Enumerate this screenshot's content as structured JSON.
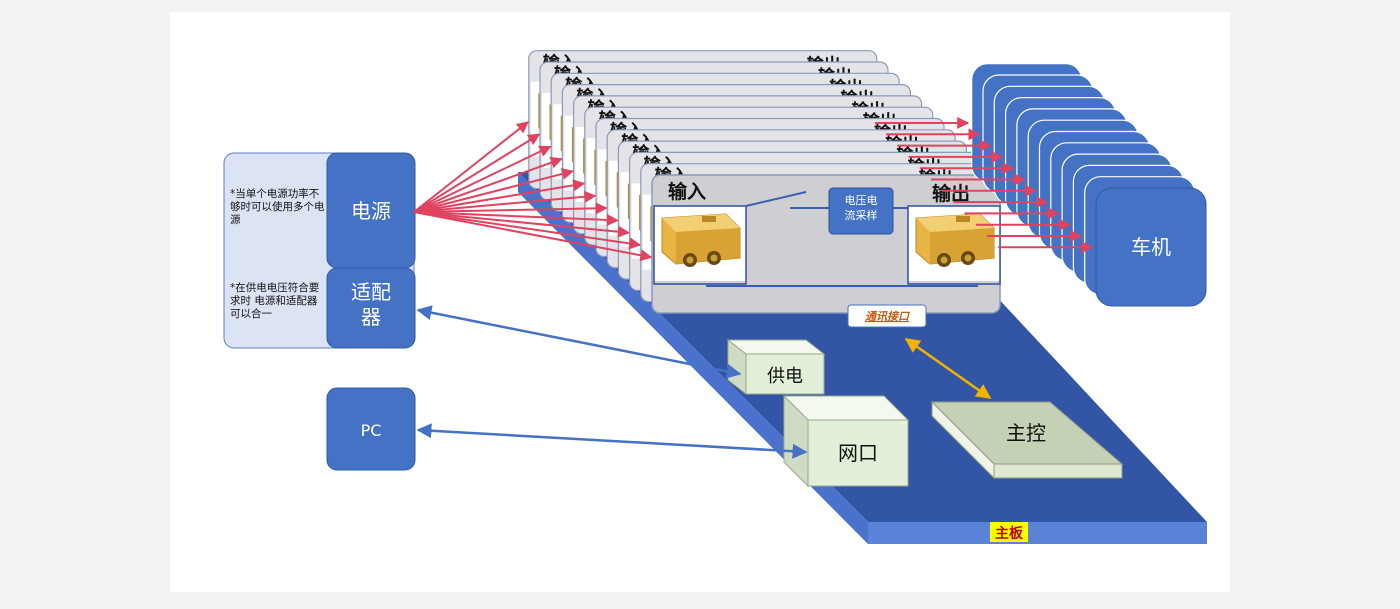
{
  "left_panel": {
    "power_note": "*当单个电源功率不够时可以使用多个电源",
    "adapter_note": "*在供电电压符合要求时 电源和适配器可以合一",
    "power_label": "电源",
    "adapter_label": "适配器",
    "pc_label": "PC"
  },
  "module": {
    "input_label": "输入",
    "output_label": "输出",
    "sampling_label": "电压电流采样",
    "comm_label": "通讯接口",
    "stack_count": 12
  },
  "board": {
    "label": "主板",
    "power_supply_label": "供电",
    "network_label": "网口",
    "controller_label": "主控"
  },
  "vehicle": {
    "label": "车机",
    "stack_count": 12
  },
  "colors": {
    "blue_box": "#4472c4",
    "board_blue": "#3355a5",
    "red_arrow": "#e0425f",
    "blue_arrow": "#4472c4",
    "gold_arrow": "#f0b400",
    "board_label_bg": "#ffff00",
    "comm_label_text": "#c55a11",
    "chip_green": "#e2f0d9",
    "card_gray": "#cfcfd3"
  },
  "icons": {
    "connector": "xt60-connector-icon"
  }
}
